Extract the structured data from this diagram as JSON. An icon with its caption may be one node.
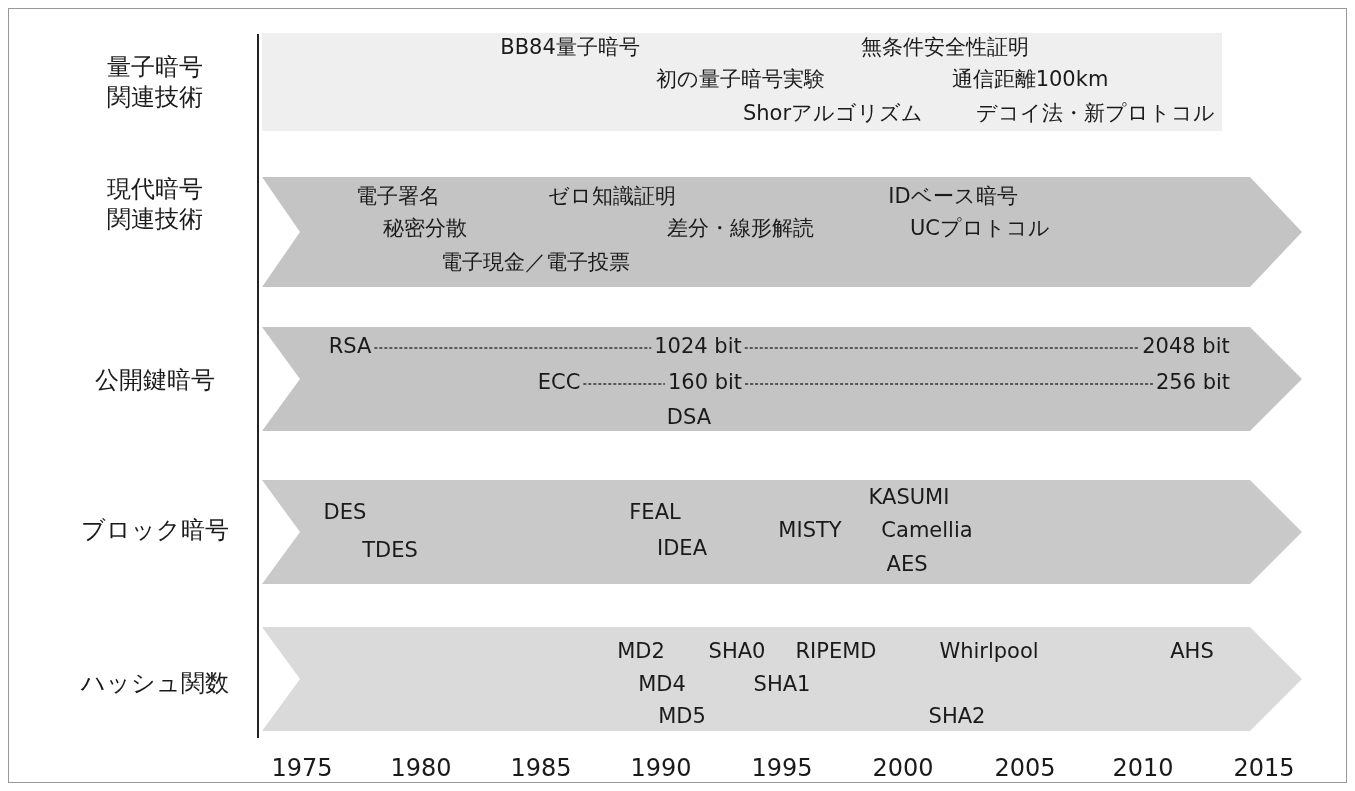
{
  "diagram": {
    "nodes": [
      {
        "text": [],
        "shape": "box"
      },
      {
        "text": [
          "BB84量子暗号"
        ],
        "in": 0
      },
      {
        "text": [
          "無条件安全性証明"
        ],
        "in": 0
      },
      {
        "text": [
          "初の量子暗号実験"
        ],
        "in": 0
      },
      {
        "text": [
          "通信距離100km"
        ],
        "in": 0
      },
      {
        "text": [
          "Shorアルゴリズム"
        ],
        "in": 0
      },
      {
        "text": [
          "デコイ法・新プロトコル"
        ],
        "in": 0
      },
      {
        "text": [],
        "shape": "band"
      },
      {
        "text": [
          "電子署名"
        ],
        "in": 7
      },
      {
        "text": [
          "ゼロ知識証明"
        ],
        "in": 7
      },
      {
        "text": [
          "IDベース暗号"
        ],
        "in": 7
      },
      {
        "text": [
          "秘密分散"
        ],
        "in": 7
      },
      {
        "text": [
          "差分・線形解読"
        ],
        "in": 7
      },
      {
        "text": [
          "UCプロトコル"
        ],
        "in": 7
      },
      {
        "text": [
          "電子現金／電子投票"
        ],
        "in": 7
      },
      {
        "text": [],
        "shape": "band"
      },
      {
        "text": [
          "RSA"
        ],
        "in": 15
      },
      {
        "text": [
          "1024 bit"
        ],
        "in": 15
      },
      {
        "text": [
          "2048 bit"
        ],
        "in": 15
      },
      {
        "text": [
          "ECC"
        ],
        "in": 15
      },
      {
        "text": [
          "160 bit"
        ],
        "in": 15
      },
      {
        "text": [
          "256 bit"
        ],
        "in": 15
      },
      {
        "text": [
          "DSA"
        ],
        "in": 15
      },
      {
        "text": [],
        "shape": "band"
      },
      {
        "text": [
          "DES"
        ],
        "in": 23
      },
      {
        "text": [
          "TDES"
        ],
        "in": 23
      },
      {
        "text": [
          "FEAL"
        ],
        "in": 23
      },
      {
        "text": [
          "IDEA"
        ],
        "in": 23
      },
      {
        "text": [
          "KASUMI"
        ],
        "in": 23
      },
      {
        "text": [
          "MISTY"
        ],
        "in": 23
      },
      {
        "text": [
          "Camellia"
        ],
        "in": 23
      },
      {
        "text": [
          "AES"
        ],
        "in": 23
      },
      {
        "text": [],
        "shape": "band"
      },
      {
        "text": [
          "MD2"
        ],
        "in": 32
      },
      {
        "text": [
          "SHA0"
        ],
        "in": 32
      },
      {
        "text": [
          "RIPEMD"
        ],
        "in": 32
      },
      {
        "text": [
          "Whirlpool"
        ],
        "in": 32
      },
      {
        "text": [
          "AHS"
        ],
        "in": 32
      },
      {
        "text": [
          "MD4"
        ],
        "in": 32
      },
      {
        "text": [
          "SHA1"
        ],
        "in": 32
      },
      {
        "text": [
          "MD5"
        ],
        "in": 32
      },
      {
        "text": [
          "SHA2"
        ],
        "in": 32
      }
    ],
    "edges": [
      {
        "from": 16,
        "to": 17,
        "arrow": "none",
        "style": "dashed"
      },
      {
        "from": 17,
        "to": 18,
        "arrow": "none",
        "style": "dashed"
      },
      {
        "from": 19,
        "to": 20,
        "arrow": "none",
        "style": "dashed"
      },
      {
        "from": 20,
        "to": 21,
        "arrow": "none",
        "style": "dashed"
      }
    ],
    "labels": [
      "量子暗号関連技術",
      "現代暗号関連技術",
      "公開鍵暗号",
      "ブロック暗号",
      "ハッシュ関数",
      "1975",
      "1980",
      "1985",
      "1990",
      "1995",
      "2000",
      "2005",
      "2010",
      "2015"
    ]
  }
}
